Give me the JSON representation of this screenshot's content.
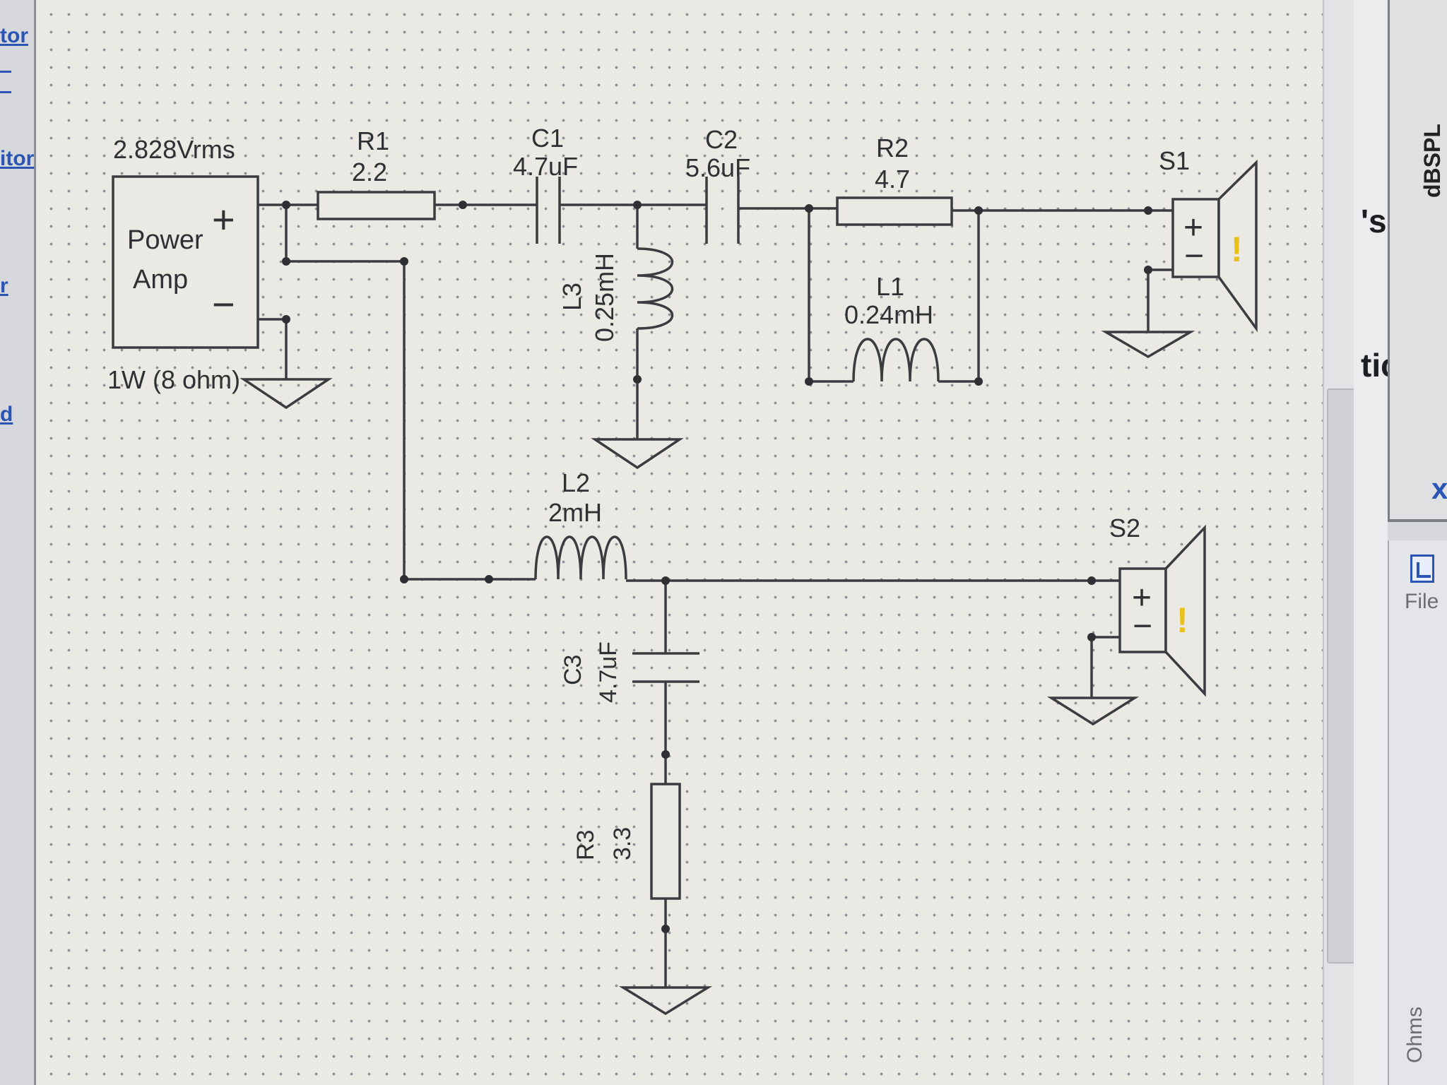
{
  "side_links": [
    "tor",
    "itor",
    "r",
    "d"
  ],
  "source": {
    "voltage": "2.828Vrms",
    "title_line1": "Power",
    "title_line2": "Amp",
    "plus": "+",
    "minus": "−",
    "rating": "1W (8 ohm)"
  },
  "components": {
    "R1": {
      "ref": "R1",
      "value": "2.2"
    },
    "C1": {
      "ref": "C1",
      "value": "4.7uF"
    },
    "C2": {
      "ref": "C2",
      "value": "5.6uF"
    },
    "R2": {
      "ref": "R2",
      "value": "4.7"
    },
    "L1": {
      "ref": "L1",
      "value": "0.24mH"
    },
    "L3": {
      "ref": "L3",
      "value": "0.25mH"
    },
    "L2": {
      "ref": "L2",
      "value": "2mH"
    },
    "C3": {
      "ref": "C3",
      "value": "4.7uF"
    },
    "R3": {
      "ref": "R3",
      "value": "3.3"
    }
  },
  "speakers": {
    "S1": {
      "ref": "S1",
      "plus": "+",
      "minus": "−",
      "warn": "!"
    },
    "S2": {
      "ref": "S2",
      "plus": "+",
      "minus": "−",
      "warn": "!"
    }
  },
  "right_panel": {
    "plot_axis_label": "dBSPL",
    "fragment_1": "'s",
    "fragment_2": "tic",
    "close_glyph": "x",
    "file_button_label": "File",
    "impedance_axis_label": "Ohms"
  },
  "colors": {
    "link_blue": "#2a55b5",
    "plus_red": "#d9302b",
    "warning_yellow": "#e8c21a",
    "wire": "#3b3c40"
  }
}
